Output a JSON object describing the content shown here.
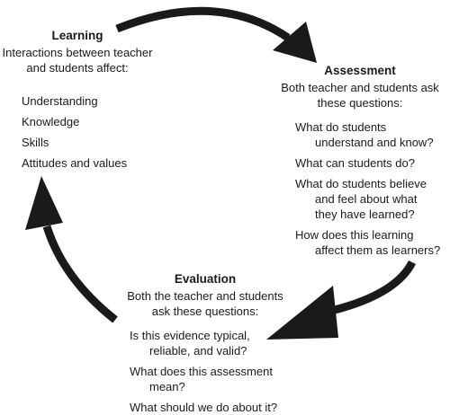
{
  "learning": {
    "title": "Learning",
    "intro_line1": "Interactions between teacher",
    "intro_line2": "and students affect:",
    "items": [
      "Understanding",
      "Knowledge",
      "Skills",
      "Attitudes and values"
    ]
  },
  "assessment": {
    "title": "Assessment",
    "intro_line1": "Both teacher and students ask",
    "intro_line2": "these questions:",
    "questions": [
      [
        "What do students",
        "understand and know?"
      ],
      [
        "What can students do?"
      ],
      [
        "What do students believe",
        "and feel about what",
        "they have learned?"
      ],
      [
        "How does this learning",
        "affect them as learners?"
      ]
    ]
  },
  "evaluation": {
    "title": "Evaluation",
    "intro_line1": "Both the teacher and students",
    "intro_line2": "ask these questions:",
    "questions": [
      [
        "Is this evidence typical,",
        "reliable, and valid?"
      ],
      [
        "What does this assessment",
        "mean?"
      ],
      [
        "What should we do about it?"
      ]
    ]
  },
  "colors": {
    "arrow": "#1a1a1a",
    "text": "#1a1a1a",
    "background": "#ffffff"
  }
}
